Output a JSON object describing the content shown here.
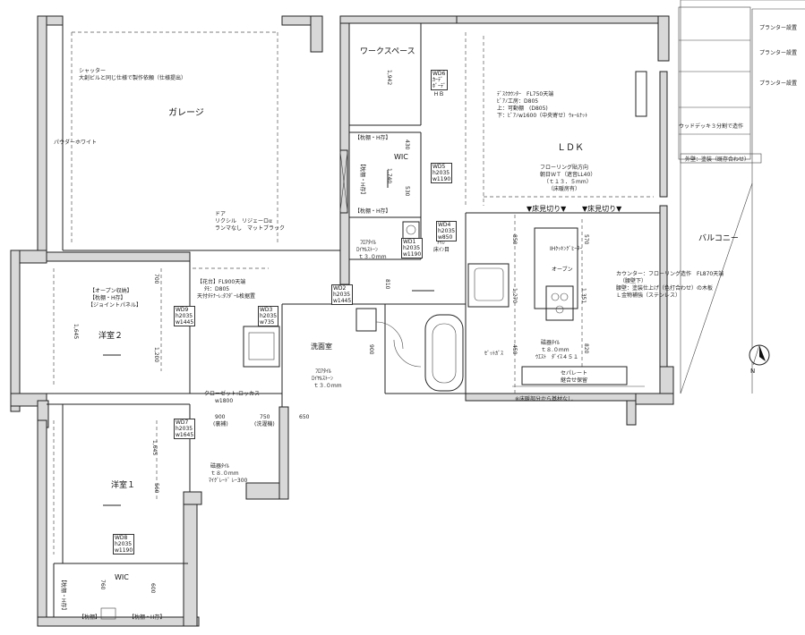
{
  "rooms": {
    "garage": "ガレージ",
    "workspace": "ワークスペース",
    "ldk": "ＬＤＫ",
    "wic_center": "WIC",
    "washroom": "洗面室",
    "western2": "洋室２",
    "western1": "洋室１",
    "wic_bottom": "WIC",
    "balcony": "バルコニー"
  },
  "garage_notes": {
    "shutter_1": "シャッター",
    "shutter_2": "大創ビルと同じ仕様で製作依頼（仕様提出）",
    "powder_white": "パウダーホワイト",
    "door_1": "ドア",
    "door_2": "リクシル　リジェーロα",
    "door_3": "ランマなし　マットブラック"
  },
  "ldk_notes": {
    "desk_1": "ﾃﾞｽｸｶｳﾝﾀｰ　FL750天端",
    "desk_2": "ﾋﾟｱﾉ工房：D805",
    "desk_3": "上：可動棚　(D805)",
    "desk_4": "下：ﾋﾟｱﾉw1600（中央寄せ）ｳｫｰﾙﾅｯﾄ",
    "floor_1": "フローリング貼方向",
    "floor_2": "朝日ＷＴ（遮音LL40）",
    "floor_3": "（ｔ１３．５mm）",
    "floor_4": "（床暖房有）",
    "step_1": "▼床見切り▼",
    "step_2": "▼床見切り▼",
    "counter_1": "カウンター：フローリング造作　FL870天端",
    "counter_2": "（腰壁下）",
    "counter_3": "腰壁：塗装仕上げ（色打合わせ）の木板",
    "counter_4": "Ｌ金物補強（ステンレス）",
    "ih": "IHｸｯｷﾝｸﾞﾋｰﾀｰ",
    "oven": "オーブン",
    "tile_1": "磁器ﾀｲﾙ",
    "tile_2": "ｔ８.０mm",
    "tile_3": "ｳｴｽﾄ　ﾀﾞｲｽ４５１",
    "separate_1": "セパレート",
    "separate_2": "継合せ保留",
    "floor_note": "※床暖部分から基材なし",
    "fridge": "ｾﾞｯﾄｶﾞｽ"
  },
  "balcony_notes": {
    "planter_1": "プランター設置",
    "planter_2": "プランター設置",
    "planter_3": "プランター設置",
    "wood_deck": "ウッドデッキ３分割で造作",
    "exterior": "外壁：塗装（既存合わせ）"
  },
  "west_notes": {
    "open_storage": "【オープン収納】",
    "shelf_hook": "【枕棚・H存】",
    "joint_panel": "【ジョイントパネル】",
    "flower_1": "【花台】FL900天端",
    "flower_2": "ﾀﾓ：D805",
    "flower_3": "天付ﾀﾃﾅｰﾚ:ﾀﾌﾀﾞｰﾙ枚据置",
    "closet": "クローゼット:ロッカス",
    "closet_w": "w1800",
    "tile_a": "磁器ﾀｲﾙ",
    "tile_b": "ｔ８.０mm",
    "tile_c": "ﾏｲｸﾞﾚｰﾄﾞ ﾚｰ300",
    "wash_floor_1": "ﾌﾛｱﾀｲﾙ",
    "wash_floor_2": "ﾛｲﾔﾙｽﾄｰﾝ",
    "wash_floor_3": "ｔ３.０mm",
    "wic_floor_1": "ﾌﾛｱﾀｲﾙ",
    "wic_floor_2": "ﾛｲﾔﾙｽﾄｰﾝ",
    "wic_floor_3": "ｔ３.０mm",
    "toilet_1": "ﾄｲﾚ",
    "toilet_2": "床ｲﾝ目"
  },
  "shelves": {
    "wic_top": "【枕棚・H存】",
    "wic_bottom": "【枕棚・H存】",
    "wic_side": "【枕棚・H存】",
    "w1_left": "【枕棚・H存】",
    "w1_left_b": "【枕棚】",
    "w1_right": "【枕棚・H存】"
  },
  "doors": {
    "wd6": [
      "WD6",
      "ｶｰﾃﾞ",
      "ﾎﾞｰﾃﾞ"
    ],
    "wd5": [
      "WD5",
      "h2035",
      "w1190"
    ],
    "wd4": [
      "WD4",
      "h2035",
      "w850"
    ],
    "wd1": [
      "WD1",
      "h2035",
      "w1190"
    ],
    "wd2": [
      "WD2",
      "h2035",
      "w1445"
    ],
    "wd3": [
      "WD3",
      "h2035",
      "w735"
    ],
    "wd9": [
      "WD9",
      "h2035",
      "w1445"
    ],
    "wd7": [
      "WD7",
      "h2035",
      "w1645"
    ],
    "wd8": [
      "WD8",
      "h2035",
      "w1190"
    ]
  },
  "hb": "ＨＢ",
  "dims": {
    "d900": "900",
    "d750": "750",
    "d650": "650",
    "d900b": "(裏補)",
    "d750b": "(洗濯機)",
    "d1942": "1,942",
    "d1740": "1,740",
    "d1645a": "1,645",
    "d1645b": "1,645",
    "d1270": "1,270",
    "d1351": "1,351",
    "d810": "810",
    "d850": "850",
    "d820": "820",
    "d430": "430",
    "d530": "530",
    "d450": "450",
    "d700": "700",
    "d600": "600",
    "d570": "570",
    "d1200": "1,200",
    "d900c": "900",
    "d760": "760",
    "d560": "560"
  },
  "north": "N"
}
